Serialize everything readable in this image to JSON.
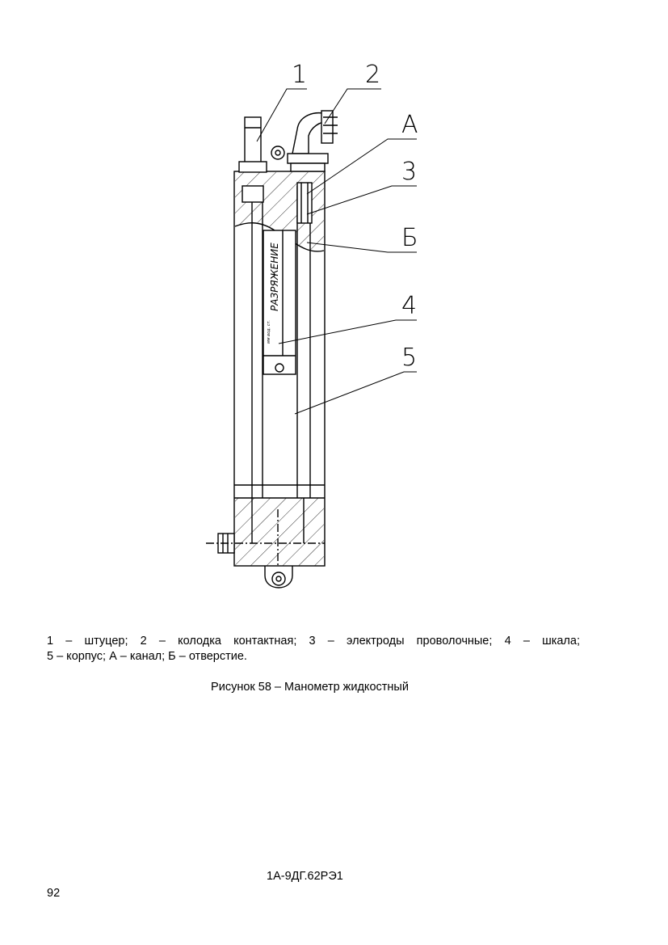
{
  "figure": {
    "callouts": [
      "1",
      "2",
      "А",
      "3",
      "Б",
      "4",
      "5"
    ],
    "scale_text": "РАЗРЯЖЕНИЕ",
    "scale_small_text": "мм вод. ст."
  },
  "legend": {
    "line1": "1 – штуцер; 2 – колодка контактная; 3 – электроды проволочные; 4 – шкала;",
    "line2": "5 – корпус; А – канал; Б – отверстие."
  },
  "caption": "Рисунок 58 – Манометр жидкостный",
  "footer": {
    "doc_code": "1А-9ДГ.62РЭ1",
    "page_number": "92"
  }
}
